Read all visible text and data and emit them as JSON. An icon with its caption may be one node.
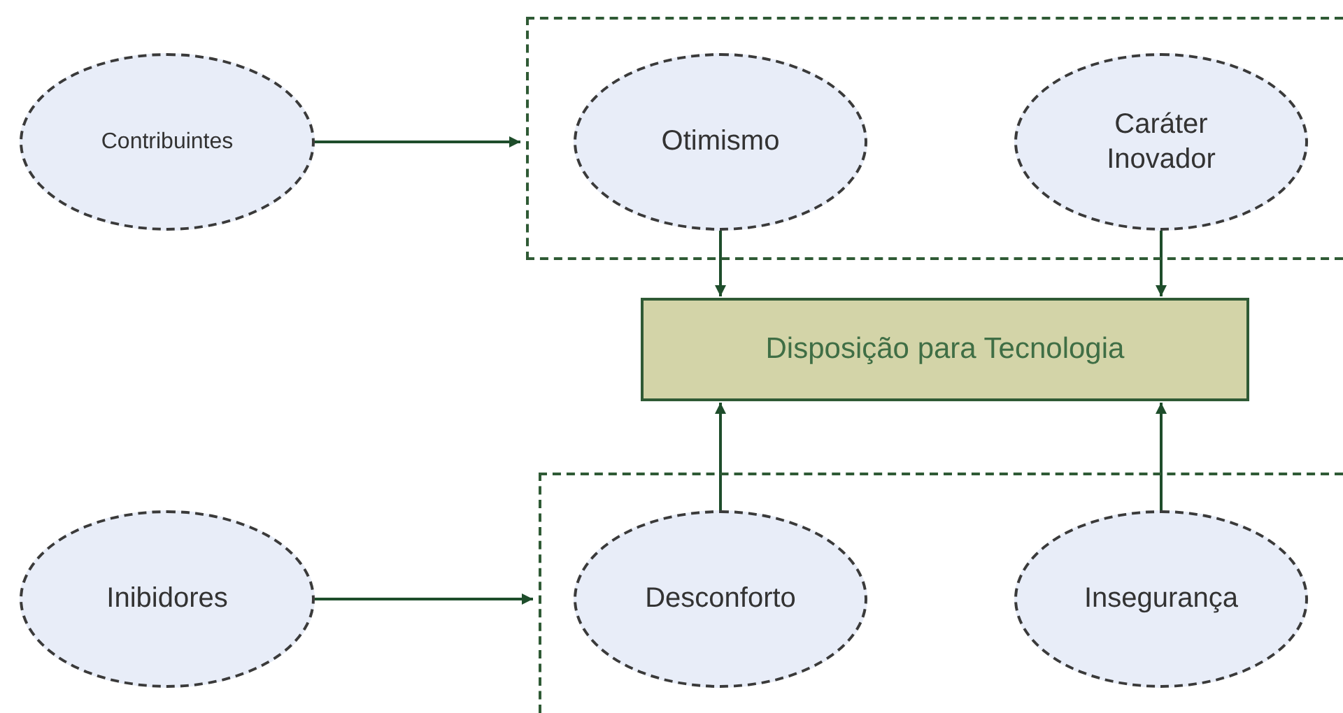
{
  "diagram": {
    "nodes": [
      {
        "text": [
          "Contribuintes"
        ]
      },
      {
        "text": [],
        "shape": "box"
      },
      {
        "text": [
          "Otimismo"
        ],
        "in": 1
      },
      {
        "text": [
          "Caráter Inovador"
        ],
        "in": 1
      },
      {
        "text": [
          "Disposição para Tecnologia"
        ]
      },
      {
        "text": [
          "Inibidores"
        ]
      },
      {
        "text": [],
        "shape": "box"
      },
      {
        "text": [
          "Desconforto"
        ],
        "in": 6
      },
      {
        "text": [
          "Insegurança"
        ],
        "in": 6
      }
    ],
    "edges": [
      {
        "from": 0,
        "to": 1,
        "arrow": "to"
      },
      {
        "from": 2,
        "to": 4,
        "arrow": "to"
      },
      {
        "from": 3,
        "to": 4,
        "arrow": "to"
      },
      {
        "from": 5,
        "to": 6,
        "arrow": "to"
      },
      {
        "from": 7,
        "to": 4,
        "arrow": "to"
      },
      {
        "from": 8,
        "to": 4,
        "arrow": "to"
      }
    ]
  }
}
